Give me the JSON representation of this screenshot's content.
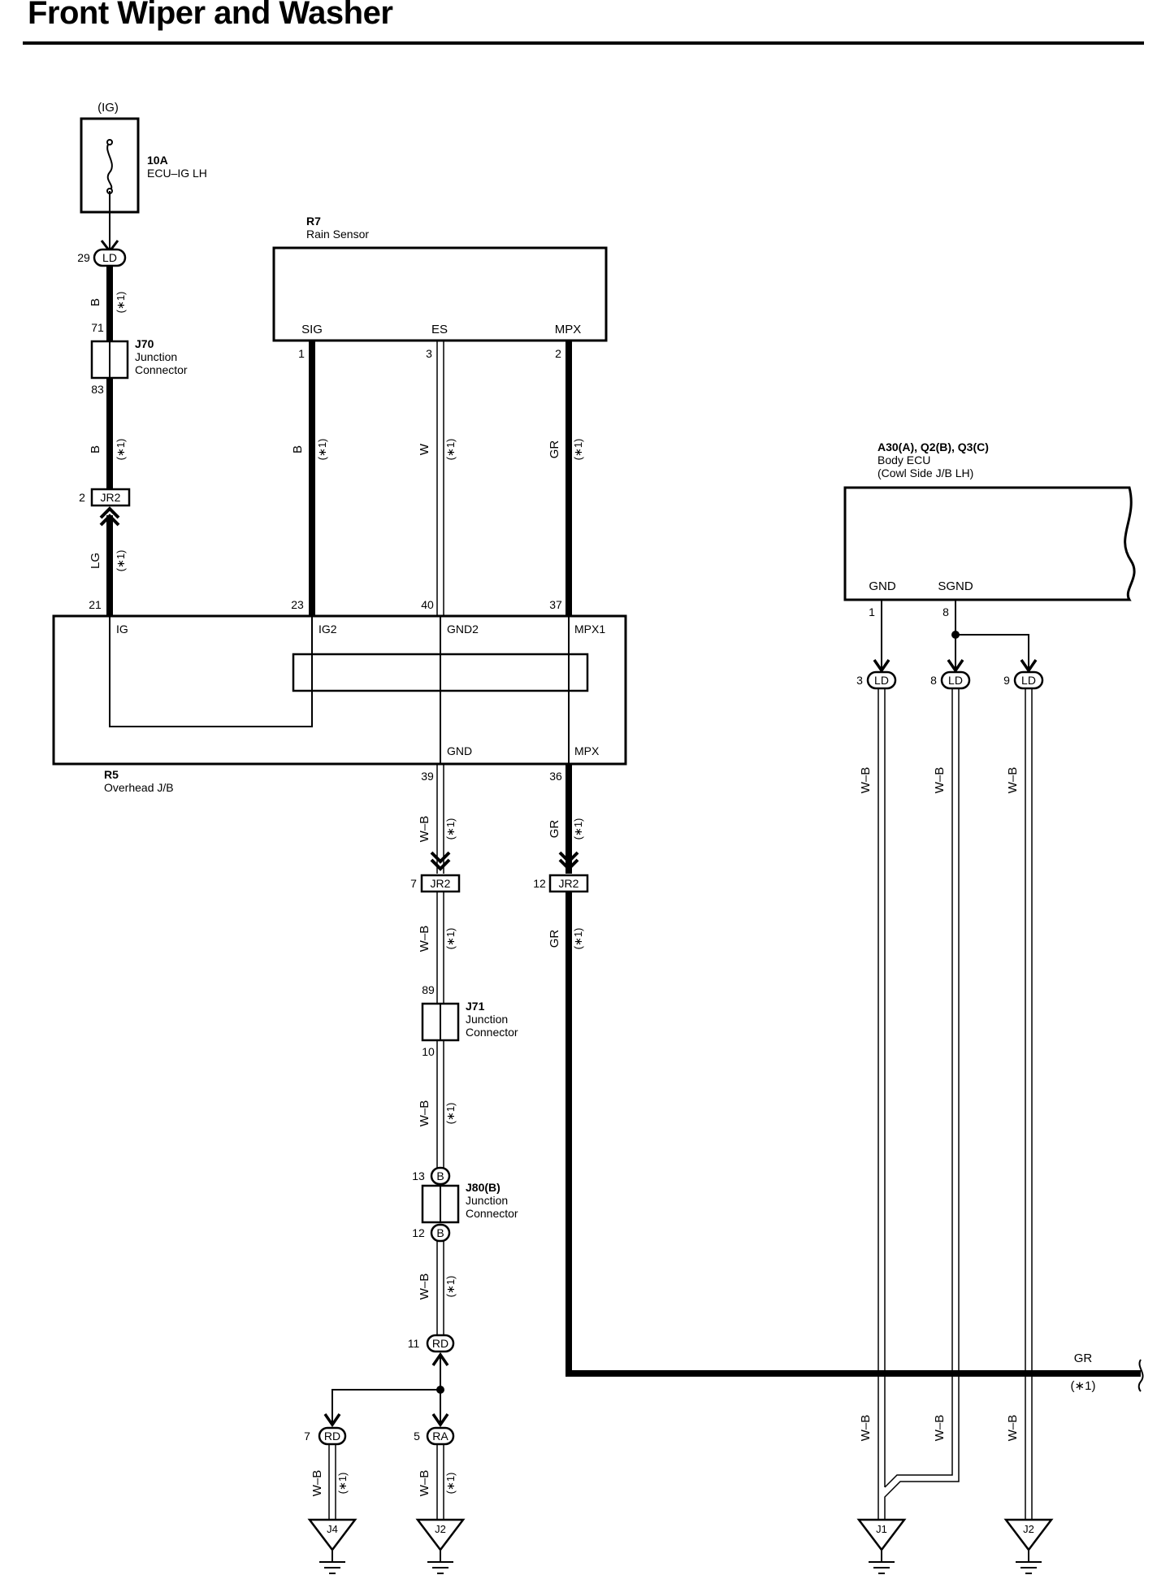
{
  "title": "Front Wiper and Washer",
  "power": {
    "source": "(IG)",
    "fuse_rating": "10A",
    "fuse_name": "ECU–IG LH",
    "pin_out": "29",
    "connector": "LD"
  },
  "components": {
    "rain_sensor": {
      "id": "R7",
      "name": "Rain Sensor",
      "terminals": [
        "SIG",
        "ES",
        "MPX"
      ],
      "pins": [
        "1",
        "3",
        "2"
      ]
    },
    "j70": {
      "id": "J70",
      "name1": "Junction",
      "name2": "Connector",
      "pin_in": "71",
      "pin_out": "83"
    },
    "overhead_jb": {
      "id": "R5",
      "name": "Overhead J/B",
      "terminals_top": [
        "IG",
        "IG2",
        "GND2",
        "MPX1"
      ],
      "pins_top": [
        "21",
        "23",
        "40",
        "37"
      ],
      "terminals_bottom": [
        "GND",
        "MPX"
      ],
      "pins_bottom": [
        "39",
        "36"
      ]
    },
    "j71": {
      "id": "J71",
      "name1": "Junction",
      "name2": "Connector",
      "pin_in": "89",
      "pin_out": "10"
    },
    "j80": {
      "id": "J80(B)",
      "name1": "Junction",
      "name2": "Connector",
      "pin_in": "13",
      "pin_out": "12",
      "conn": "B"
    },
    "body_ecu": {
      "id": "A30(A), Q2(B), Q3(C)",
      "name": "Body ECU",
      "location": "(Cowl Side J/B LH)",
      "terminals": [
        "GND",
        "SGND"
      ],
      "pins": [
        "1",
        "8"
      ]
    }
  },
  "connectors": {
    "jr2_a": {
      "name": "JR2",
      "pin": "2"
    },
    "jr2_b": {
      "name": "JR2",
      "pin": "7"
    },
    "jr2_c": {
      "name": "JR2",
      "pin": "12"
    },
    "rd_top": {
      "name": "RD",
      "pin": "11"
    },
    "rd_left": {
      "name": "RD",
      "pin": "7"
    },
    "ra": {
      "name": "RA",
      "pin": "5"
    },
    "ld_1": {
      "name": "LD",
      "pin": "3"
    },
    "ld_2": {
      "name": "LD",
      "pin": "8"
    },
    "ld_3": {
      "name": "LD",
      "pin": "9"
    }
  },
  "wire_colors": {
    "b": "B",
    "w": "W",
    "gr": "GR",
    "lg": "LG",
    "wb": "W–B"
  },
  "note": "(∗1)",
  "grounds": [
    "J4",
    "J2",
    "J1",
    "J2"
  ]
}
